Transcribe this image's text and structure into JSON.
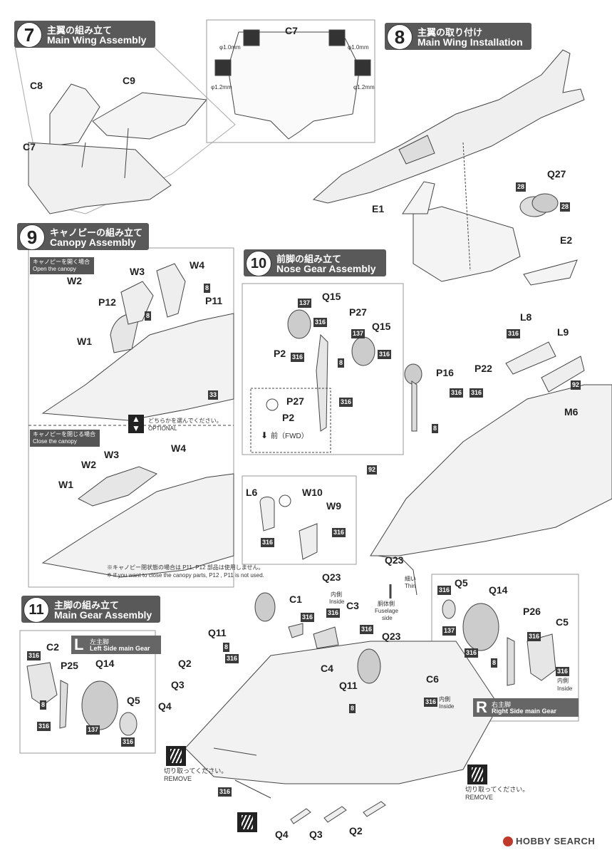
{
  "steps": {
    "s7": {
      "num": "7",
      "jp": "主翼の組み立て",
      "en": "Main Wing Assembly"
    },
    "s8": {
      "num": "8",
      "jp": "主翼の取り付け",
      "en": "Main Wing Installation"
    },
    "s9": {
      "num": "9",
      "jp": "キャノピーの組み立て",
      "en": "Canopy Assembly"
    },
    "s10": {
      "num": "10",
      "jp": "前脚の組み立て",
      "en": "Nose Gear Assembly"
    },
    "s11": {
      "num": "11",
      "jp": "主脚の組み立て",
      "en": "Main Gear Assembly"
    }
  },
  "step7": {
    "parts": {
      "c8": "C8",
      "c9": "C9",
      "c7": "C7"
    },
    "inset": {
      "title": "C7",
      "d1a": "φ1.0mm",
      "d1b": "φ1.0mm",
      "d2a": "φ1.2mm",
      "d2b": "φ1.2mm"
    }
  },
  "step8": {
    "parts": {
      "q27": "Q27",
      "e1": "E1",
      "e2": "E2"
    },
    "nums": {
      "a": "28",
      "b": "28"
    }
  },
  "step9": {
    "open": {
      "jp": "キャノピーを開く場合",
      "en": "Open the canopy"
    },
    "close": {
      "jp": "キャノピーを閉じる場合",
      "en": "Close the canopy"
    },
    "optional": {
      "jp": "どちらかを選んでください。",
      "en": "OPTIONAL"
    },
    "open_parts": {
      "w4": "W4",
      "w3": "W3",
      "w2": "W2",
      "p12": "P12",
      "p11": "P11",
      "w1": "W1"
    },
    "open_nums": {
      "a": "8",
      "b": "8",
      "c": "33"
    },
    "close_parts": {
      "w4": "W4",
      "w3": "W3",
      "w2": "W2",
      "w1": "W1"
    },
    "note1": "※キャノピー閉状態の場合は P11, P12 部品は使用しません。",
    "note2": "※ If you want to close the canopy parts, P12 , P11 is not used."
  },
  "step10": {
    "parts": {
      "q15a": "Q15",
      "p27": "P27",
      "q15b": "Q15",
      "p2": "P2",
      "p27b": "P27",
      "p2b": "P2",
      "l8": "L8",
      "l9": "L9",
      "p16": "P16",
      "p22": "P22",
      "m6": "M6",
      "l6": "L6",
      "w10": "W10",
      "w9": "W9"
    },
    "nums": {
      "a": "137",
      "b": "316",
      "c": "137",
      "d": "316",
      "e": "316",
      "f": "8",
      "g": "316",
      "h": "316",
      "i": "92",
      "j": "316",
      "k": "8",
      "l": "316",
      "m": "92",
      "n": "316",
      "o": "316"
    },
    "fwd": "前（FWD）"
  },
  "step11": {
    "left": {
      "letter": "L",
      "jp": "左主脚",
      "en": "Left Side main Gear"
    },
    "right": {
      "letter": "R",
      "jp": "右主脚",
      "en": "Right Side main Gear"
    },
    "left_parts": {
      "c2": "C2",
      "p25": "P25",
      "q14": "Q14",
      "q5": "Q5"
    },
    "left_nums": {
      "a": "316",
      "b": "8",
      "c": "316",
      "d": "137",
      "e": "316"
    },
    "right_parts": {
      "q5": "Q5",
      "q14": "Q14",
      "p26": "P26",
      "c5": "C5"
    },
    "right_nums": {
      "a": "316",
      "b": "137",
      "c": "316",
      "d": "316",
      "e": "8",
      "f": "316"
    },
    "right_inside": {
      "jp": "内側",
      "en": "Inside"
    },
    "center_parts": {
      "q23a": "Q23",
      "c1": "C1",
      "c3": "C3",
      "q11a": "Q11",
      "q2a": "Q2",
      "q3a": "Q3",
      "q4a": "Q4",
      "c4": "C4",
      "q23b": "Q23",
      "q11b": "Q11",
      "c6": "C6",
      "q4b": "Q4",
      "q3b": "Q3",
      "q2b": "Q2",
      "q23c": "Q23"
    },
    "center_nums": {
      "a": "316",
      "b": "316",
      "c": "8",
      "d": "316",
      "e": "316",
      "f": "8",
      "g": "316",
      "h": "316"
    },
    "inside1": {
      "jp": "内側",
      "en": "Inside"
    },
    "inside2": {
      "jp": "内側",
      "en": "Inside"
    },
    "fuselage": {
      "jp": "胴体側",
      "en1": "Fuselage",
      "en2": "side"
    },
    "thin": {
      "jp": "細い",
      "en": "Thin"
    },
    "remove1": {
      "jp": "切り取ってください。",
      "en": "REMOVE"
    },
    "remove2": {
      "jp": "切り取ってください。",
      "en": "REMOVE"
    }
  },
  "watermark": {
    "brand": "HOBBY SEARCH"
  }
}
